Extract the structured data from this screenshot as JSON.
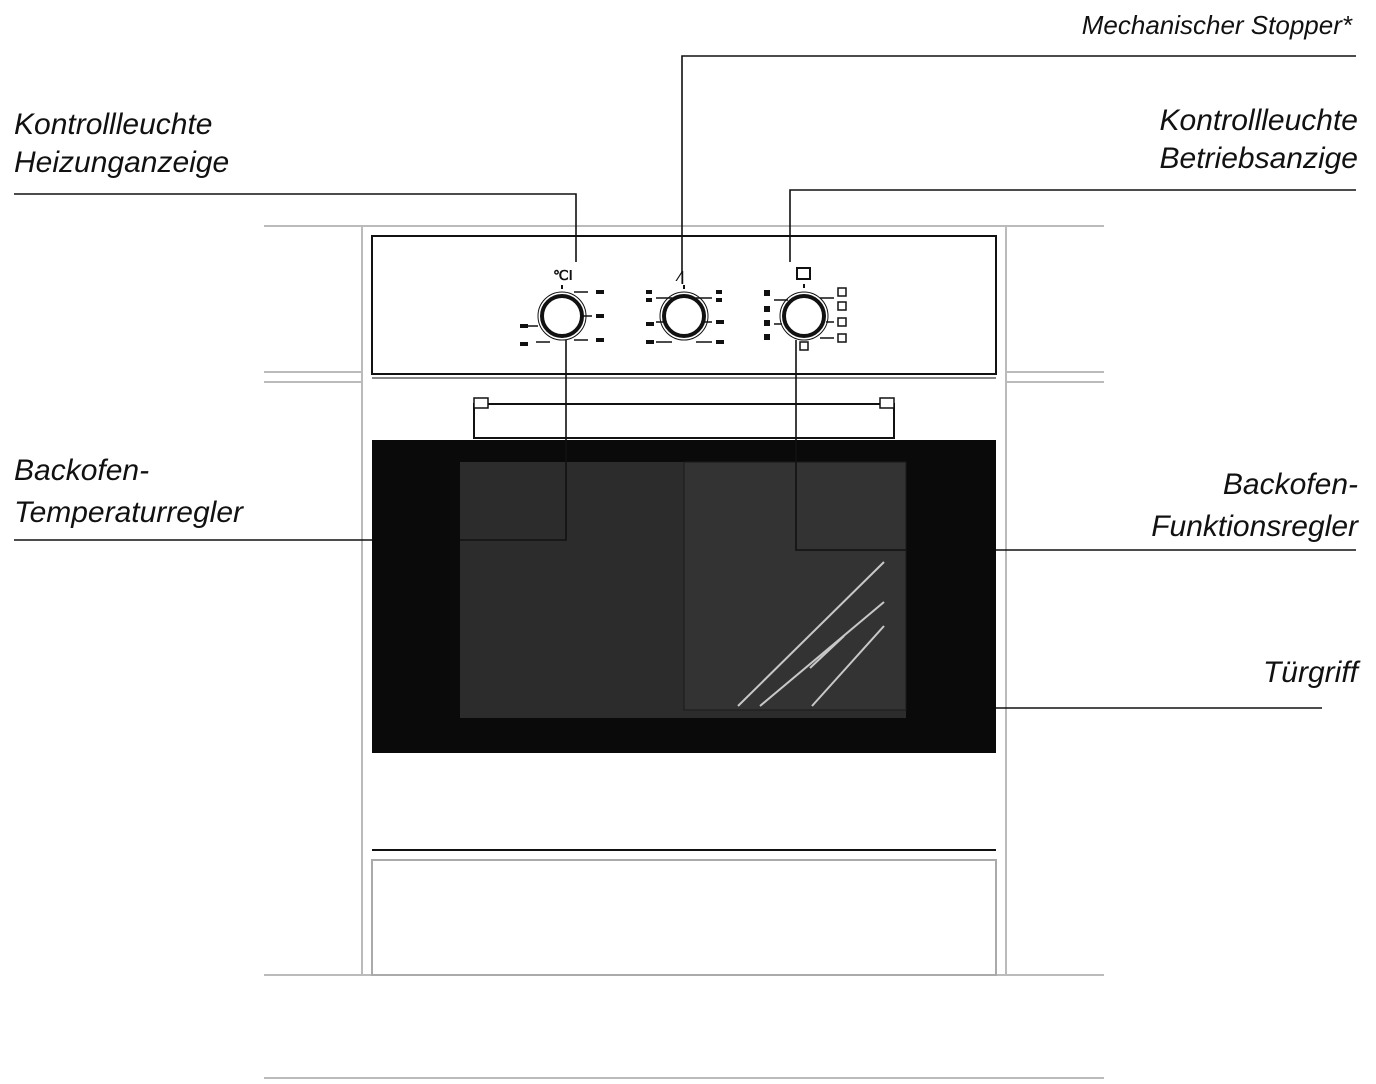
{
  "labels": {
    "mechanical_stopper": "Mechanischer Stopper*",
    "heating_light_l1": "Kontrollleuchte",
    "heating_light_l2": "Heizunganzeige",
    "operation_light_l1": "Kontrollleuchte",
    "operation_light_l2": "Betriebsanzige",
    "temperature_regulator_l1": "Backofen-",
    "temperature_regulator_l2": "Temperaturregler",
    "function_regulator_l1": "Backofen-",
    "function_regulator_l2": "Funktionsregler",
    "door_handle": "Türgriff"
  },
  "panel_symbols": {
    "left_knob_symbol": "℃l",
    "middle_knob_symbol": "⁄|",
    "right_knob_symbol": "☐"
  },
  "colors": {
    "line": "#111111",
    "light_line": "#bbbbbb",
    "door_black": "#0a0a0a",
    "door_glass": "#2c2c2c"
  }
}
